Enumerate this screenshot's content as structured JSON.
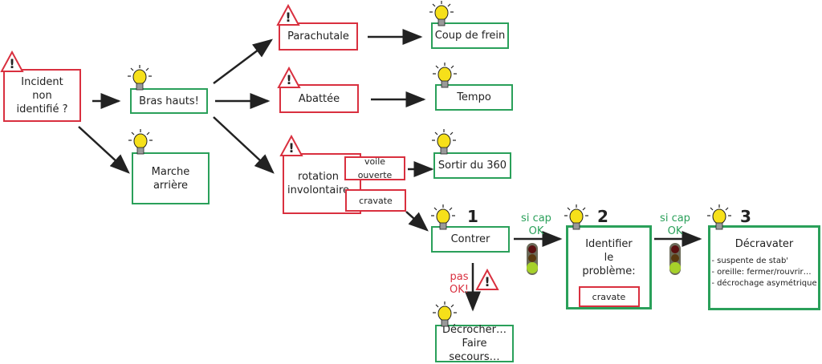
{
  "nodes": {
    "incident": "Incident\nnon\nidentifié ?",
    "bras_hauts": "Bras hauts!",
    "marche_arriere": "Marche\narrière",
    "parachutale": "Parachutale",
    "coup_de_frein": "Coup de frein",
    "abattee": "Abattée",
    "tempo": "Tempo",
    "rotation": "rotation\ninvolontaire",
    "voile_ouverte": "voile ouverte",
    "cravate": "cravate",
    "sortir_360": "Sortir du 360",
    "contrer": "Contrer",
    "identifier": "Identifier\nle\nproblème:",
    "identifier_sub": "cravate",
    "decravater": "Décravater",
    "decravater_items": [
      "- suspente de stab'",
      "- oreille: fermer/rouvrir…",
      "- décrochage asymétrique"
    ],
    "decrocher": "Décrocher…\nFaire secours…"
  },
  "steps": {
    "one": "1",
    "two": "2",
    "three": "3"
  },
  "labels": {
    "si_cap_ok_1": "si cap\nOK",
    "si_cap_ok_2": "si cap\nOK",
    "pas_ok": "pas\nOK!"
  },
  "colors": {
    "danger": "#d9303f",
    "solution": "#2aa05a"
  }
}
